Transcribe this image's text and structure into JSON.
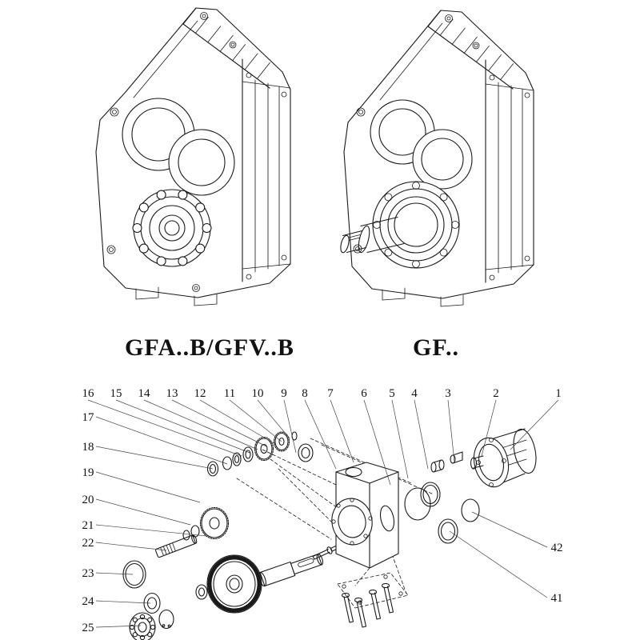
{
  "page": {
    "background": "#ffffff",
    "line_color": "#1a1a1a"
  },
  "drawings": {
    "left": {
      "label": "GFA..B/GFV..B"
    },
    "right": {
      "label": "GF.."
    }
  },
  "exploded_view": {
    "callouts_top": [
      "16",
      "15",
      "14",
      "13",
      "12",
      "11",
      "10",
      "9",
      "8",
      "7",
      "6",
      "5",
      "4",
      "3",
      "2",
      "1"
    ],
    "callouts_left": [
      "17",
      "18",
      "19",
      "20",
      "21",
      "22",
      "23",
      "24",
      "25"
    ],
    "callouts_right": [
      "42",
      "41"
    ]
  }
}
